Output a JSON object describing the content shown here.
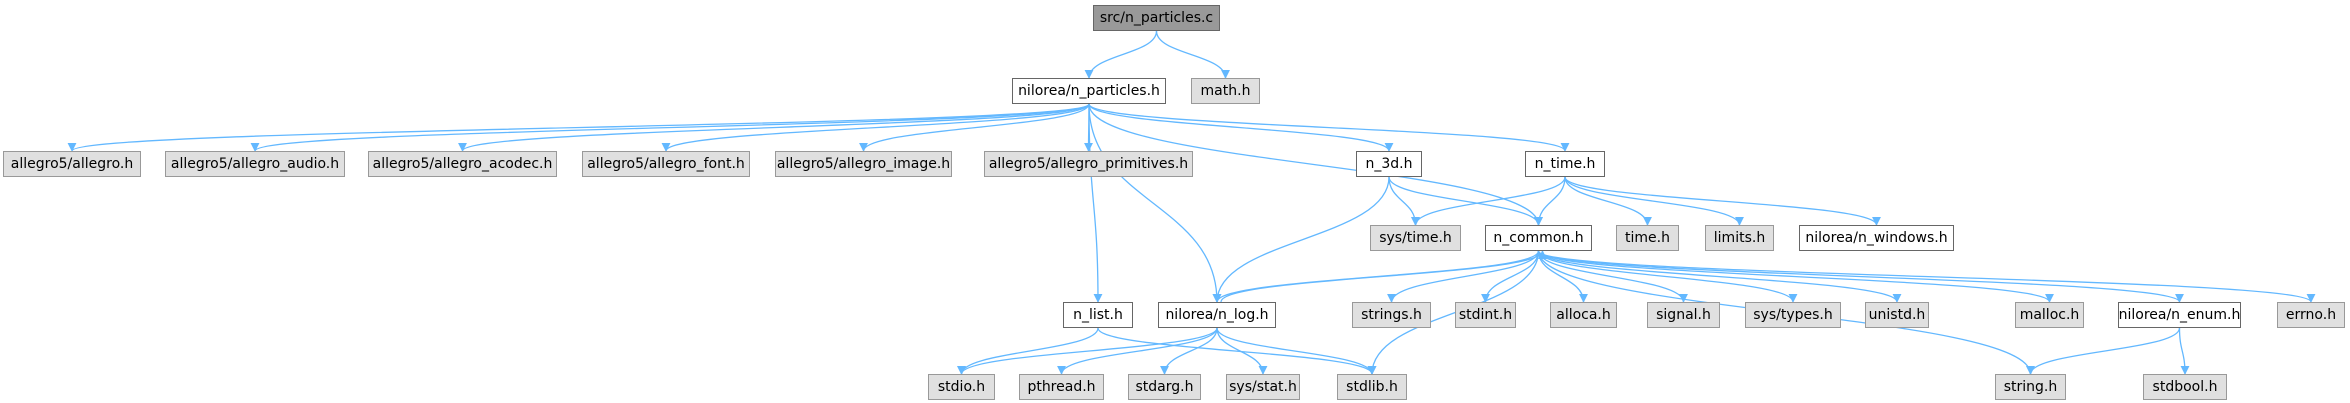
{
  "graph": {
    "type": "include-dependency-graph",
    "edge_color": "#63b8ff",
    "node_styles": {
      "root": {
        "fill": "#999999",
        "border": "#666666"
      },
      "local": {
        "fill": "#ffffff",
        "border": "#666666"
      },
      "external": {
        "fill": "#e0e0e0",
        "border": "#999999"
      }
    },
    "nodes": [
      {
        "id": "n_particles_c",
        "label": "src/n_particles.c",
        "kind": "root"
      },
      {
        "id": "n_particles_h",
        "label": "nilorea/n_particles.h",
        "kind": "local"
      },
      {
        "id": "math_h",
        "label": "math.h",
        "kind": "external"
      },
      {
        "id": "allegro_h",
        "label": "allegro5/allegro.h",
        "kind": "external"
      },
      {
        "id": "allegro_audio_h",
        "label": "allegro5/allegro_audio.h",
        "kind": "external"
      },
      {
        "id": "allegro_acodec_h",
        "label": "allegro5/allegro_acodec.h",
        "kind": "external"
      },
      {
        "id": "allegro_font_h",
        "label": "allegro5/allegro_font.h",
        "kind": "external"
      },
      {
        "id": "allegro_image_h",
        "label": "allegro5/allegro_image.h",
        "kind": "external"
      },
      {
        "id": "allegro_primitives_h",
        "label": "allegro5/allegro_primitives.h",
        "kind": "external"
      },
      {
        "id": "n_3d_h",
        "label": "n_3d.h",
        "kind": "local"
      },
      {
        "id": "n_time_h",
        "label": "n_time.h",
        "kind": "local"
      },
      {
        "id": "sys_time_h",
        "label": "sys/time.h",
        "kind": "external"
      },
      {
        "id": "n_common_h",
        "label": "n_common.h",
        "kind": "local"
      },
      {
        "id": "time_h",
        "label": "time.h",
        "kind": "external"
      },
      {
        "id": "limits_h",
        "label": "limits.h",
        "kind": "external"
      },
      {
        "id": "n_windows_h",
        "label": "nilorea/n_windows.h",
        "kind": "local"
      },
      {
        "id": "n_list_h",
        "label": "n_list.h",
        "kind": "local"
      },
      {
        "id": "n_log_h",
        "label": "nilorea/n_log.h",
        "kind": "local"
      },
      {
        "id": "strings_h",
        "label": "strings.h",
        "kind": "external"
      },
      {
        "id": "stdint_h",
        "label": "stdint.h",
        "kind": "external"
      },
      {
        "id": "alloca_h",
        "label": "alloca.h",
        "kind": "external"
      },
      {
        "id": "signal_h",
        "label": "signal.h",
        "kind": "external"
      },
      {
        "id": "sys_types_h",
        "label": "sys/types.h",
        "kind": "external"
      },
      {
        "id": "unistd_h",
        "label": "unistd.h",
        "kind": "external"
      },
      {
        "id": "malloc_h",
        "label": "malloc.h",
        "kind": "external"
      },
      {
        "id": "n_enum_h",
        "label": "nilorea/n_enum.h",
        "kind": "local"
      },
      {
        "id": "errno_h",
        "label": "errno.h",
        "kind": "external"
      },
      {
        "id": "stdio_h",
        "label": "stdio.h",
        "kind": "external"
      },
      {
        "id": "pthread_h",
        "label": "pthread.h",
        "kind": "external"
      },
      {
        "id": "stdarg_h",
        "label": "stdarg.h",
        "kind": "external"
      },
      {
        "id": "sys_stat_h",
        "label": "sys/stat.h",
        "kind": "external"
      },
      {
        "id": "stdlib_h",
        "label": "stdlib.h",
        "kind": "external"
      },
      {
        "id": "string_h",
        "label": "string.h",
        "kind": "external"
      },
      {
        "id": "stdbool_h",
        "label": "stdbool.h",
        "kind": "external"
      }
    ],
    "edges": [
      [
        "n_particles_c",
        "n_particles_h"
      ],
      [
        "n_particles_c",
        "math_h"
      ],
      [
        "n_particles_h",
        "allegro_h"
      ],
      [
        "n_particles_h",
        "allegro_audio_h"
      ],
      [
        "n_particles_h",
        "allegro_acodec_h"
      ],
      [
        "n_particles_h",
        "allegro_font_h"
      ],
      [
        "n_particles_h",
        "allegro_image_h"
      ],
      [
        "n_particles_h",
        "allegro_primitives_h"
      ],
      [
        "n_particles_h",
        "n_3d_h"
      ],
      [
        "n_particles_h",
        "n_common_h"
      ],
      [
        "n_particles_h",
        "n_time_h"
      ],
      [
        "n_particles_h",
        "n_list_h"
      ],
      [
        "n_particles_h",
        "n_log_h"
      ],
      [
        "n_3d_h",
        "sys_time_h"
      ],
      [
        "n_3d_h",
        "n_common_h"
      ],
      [
        "n_3d_h",
        "n_log_h"
      ],
      [
        "n_time_h",
        "sys_time_h"
      ],
      [
        "n_time_h",
        "n_common_h"
      ],
      [
        "n_time_h",
        "time_h"
      ],
      [
        "n_time_h",
        "limits_h"
      ],
      [
        "n_time_h",
        "n_windows_h"
      ],
      [
        "n_common_h",
        "n_log_h"
      ],
      [
        "n_log_h",
        "n_common_h"
      ],
      [
        "n_common_h",
        "strings_h"
      ],
      [
        "n_common_h",
        "stdint_h"
      ],
      [
        "n_common_h",
        "alloca_h"
      ],
      [
        "n_common_h",
        "signal_h"
      ],
      [
        "n_common_h",
        "sys_types_h"
      ],
      [
        "n_common_h",
        "unistd_h"
      ],
      [
        "n_common_h",
        "malloc_h"
      ],
      [
        "n_common_h",
        "n_enum_h"
      ],
      [
        "n_common_h",
        "errno_h"
      ],
      [
        "n_common_h",
        "string_h"
      ],
      [
        "n_common_h",
        "stdlib_h"
      ],
      [
        "n_list_h",
        "stdio_h"
      ],
      [
        "n_list_h",
        "stdlib_h"
      ],
      [
        "n_log_h",
        "stdio_h"
      ],
      [
        "n_log_h",
        "pthread_h"
      ],
      [
        "n_log_h",
        "stdarg_h"
      ],
      [
        "n_log_h",
        "sys_stat_h"
      ],
      [
        "n_log_h",
        "stdlib_h"
      ],
      [
        "n_enum_h",
        "string_h"
      ],
      [
        "n_enum_h",
        "stdbool_h"
      ]
    ]
  }
}
